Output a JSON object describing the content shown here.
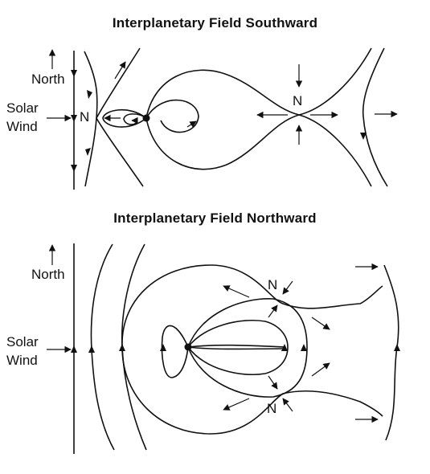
{
  "panels": [
    {
      "title": "Interplanetary Field Southward",
      "north_label": "North",
      "solar_wind_label": [
        "Solar",
        "Wind"
      ],
      "neutral_points": [
        "N",
        "N"
      ]
    },
    {
      "title": "Interplanetary Field Northward",
      "north_label": "North",
      "solar_wind_label": [
        "Solar",
        "Wind"
      ],
      "neutral_points": [
        "N",
        "N"
      ]
    }
  ]
}
